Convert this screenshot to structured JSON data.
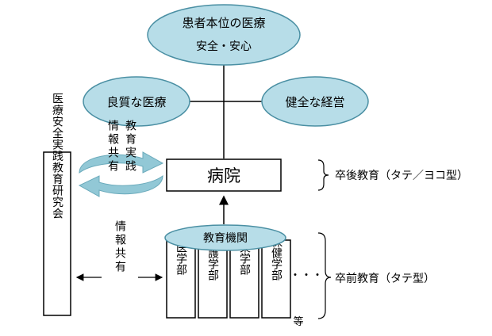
{
  "goal": {
    "line1": "患者本位の医療",
    "line2": "安全・安心"
  },
  "pillars": {
    "left": "良質な医療",
    "right": "健全な経営"
  },
  "hospital": "病院",
  "institution": "教育機関",
  "departments": [
    {
      "label": "医学部"
    },
    {
      "label": "看護学部"
    },
    {
      "label": "薬学部"
    },
    {
      "label": "保健学部"
    }
  ],
  "more_mark": "・・・",
  "etc_label": "等",
  "research_group": "医療安全実践教育研究会",
  "info_share": "情報共有",
  "edu_practice": "教育実践",
  "postgrad_label": "卒後教育（タテ／ヨコ型）",
  "undergrad_label": "卒前教育（タテ型）",
  "colors": {
    "ellipse_fill": "#b7dde8",
    "ellipse_stroke": "#4a8fa3",
    "cycle_arrow": "#92c8d6",
    "line": "#000000"
  }
}
